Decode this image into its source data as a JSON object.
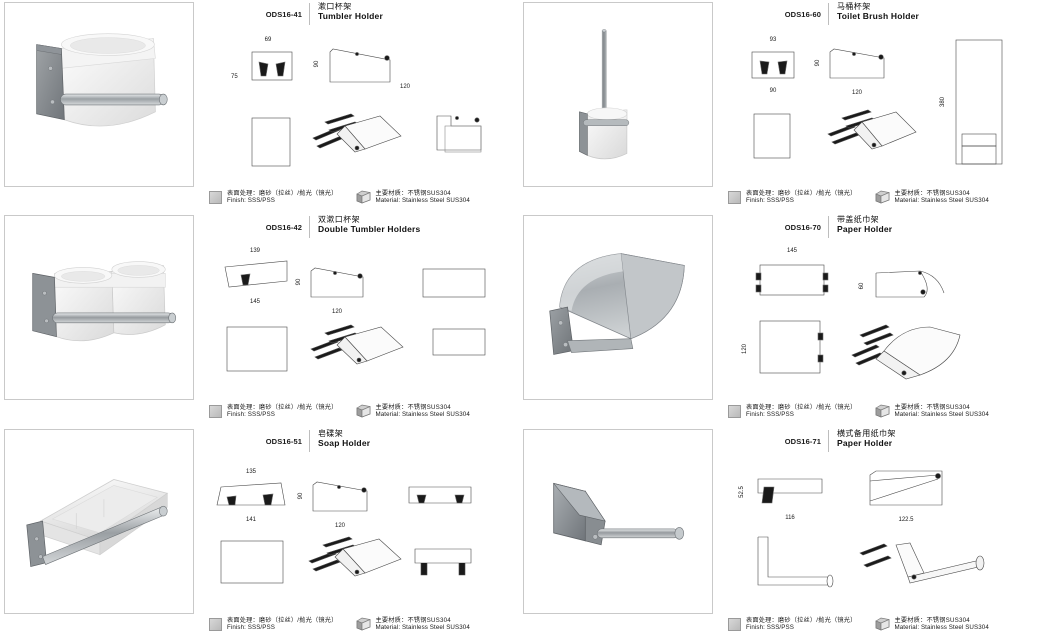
{
  "catalog": {
    "finish_icon": "finish-swatch-icon",
    "material_icon": "material-cube-icon",
    "spec_finish_cn": "表面处理：磨砂（拉丝）/抛光（镜光）",
    "spec_finish_en": "Finish: SSS/PSS",
    "spec_material_cn": "主要材质：不锈钢SUS304",
    "spec_material_en": "Material: Stainless Steel SUS304",
    "border_color": "#c9c9c9",
    "line_color": "#4a4a4a",
    "text_color": "#1a1a1a"
  },
  "products": [
    {
      "code": "ODS16-41",
      "name_cn": "漱口杯架",
      "name_en": "Tumbler Holder",
      "dims": {
        "d1": "69",
        "d2": "75",
        "d3": "90",
        "d4": "120"
      }
    },
    {
      "code": "ODS16-60",
      "name_cn": "马桶杯架",
      "name_en": "Toilet Brush Holder",
      "dims": {
        "d1": "93",
        "d2": "90",
        "d3": "90",
        "d4": "120",
        "d5": "380"
      }
    },
    {
      "code": "ODS16-42",
      "name_cn": "双漱口杯架",
      "name_en": "Double Tumbler Holders",
      "dims": {
        "d1": "139",
        "d2": "145",
        "d3": "90",
        "d4": "120"
      }
    },
    {
      "code": "ODS16-70",
      "name_cn": "带盖纸巾架",
      "name_en": "Paper Holder",
      "dims": {
        "d1": "145",
        "d2": "60",
        "d3": "120"
      }
    },
    {
      "code": "ODS16-51",
      "name_cn": "皂碟架",
      "name_en": "Soap Holder",
      "dims": {
        "d1": "135",
        "d2": "141",
        "d3": "90",
        "d4": "120"
      }
    },
    {
      "code": "ODS16-71",
      "name_cn": "横式备用纸巾架",
      "name_en": "Paper Holder",
      "dims": {
        "d1": "52.5",
        "d2": "116",
        "d3": "122.5"
      }
    }
  ]
}
